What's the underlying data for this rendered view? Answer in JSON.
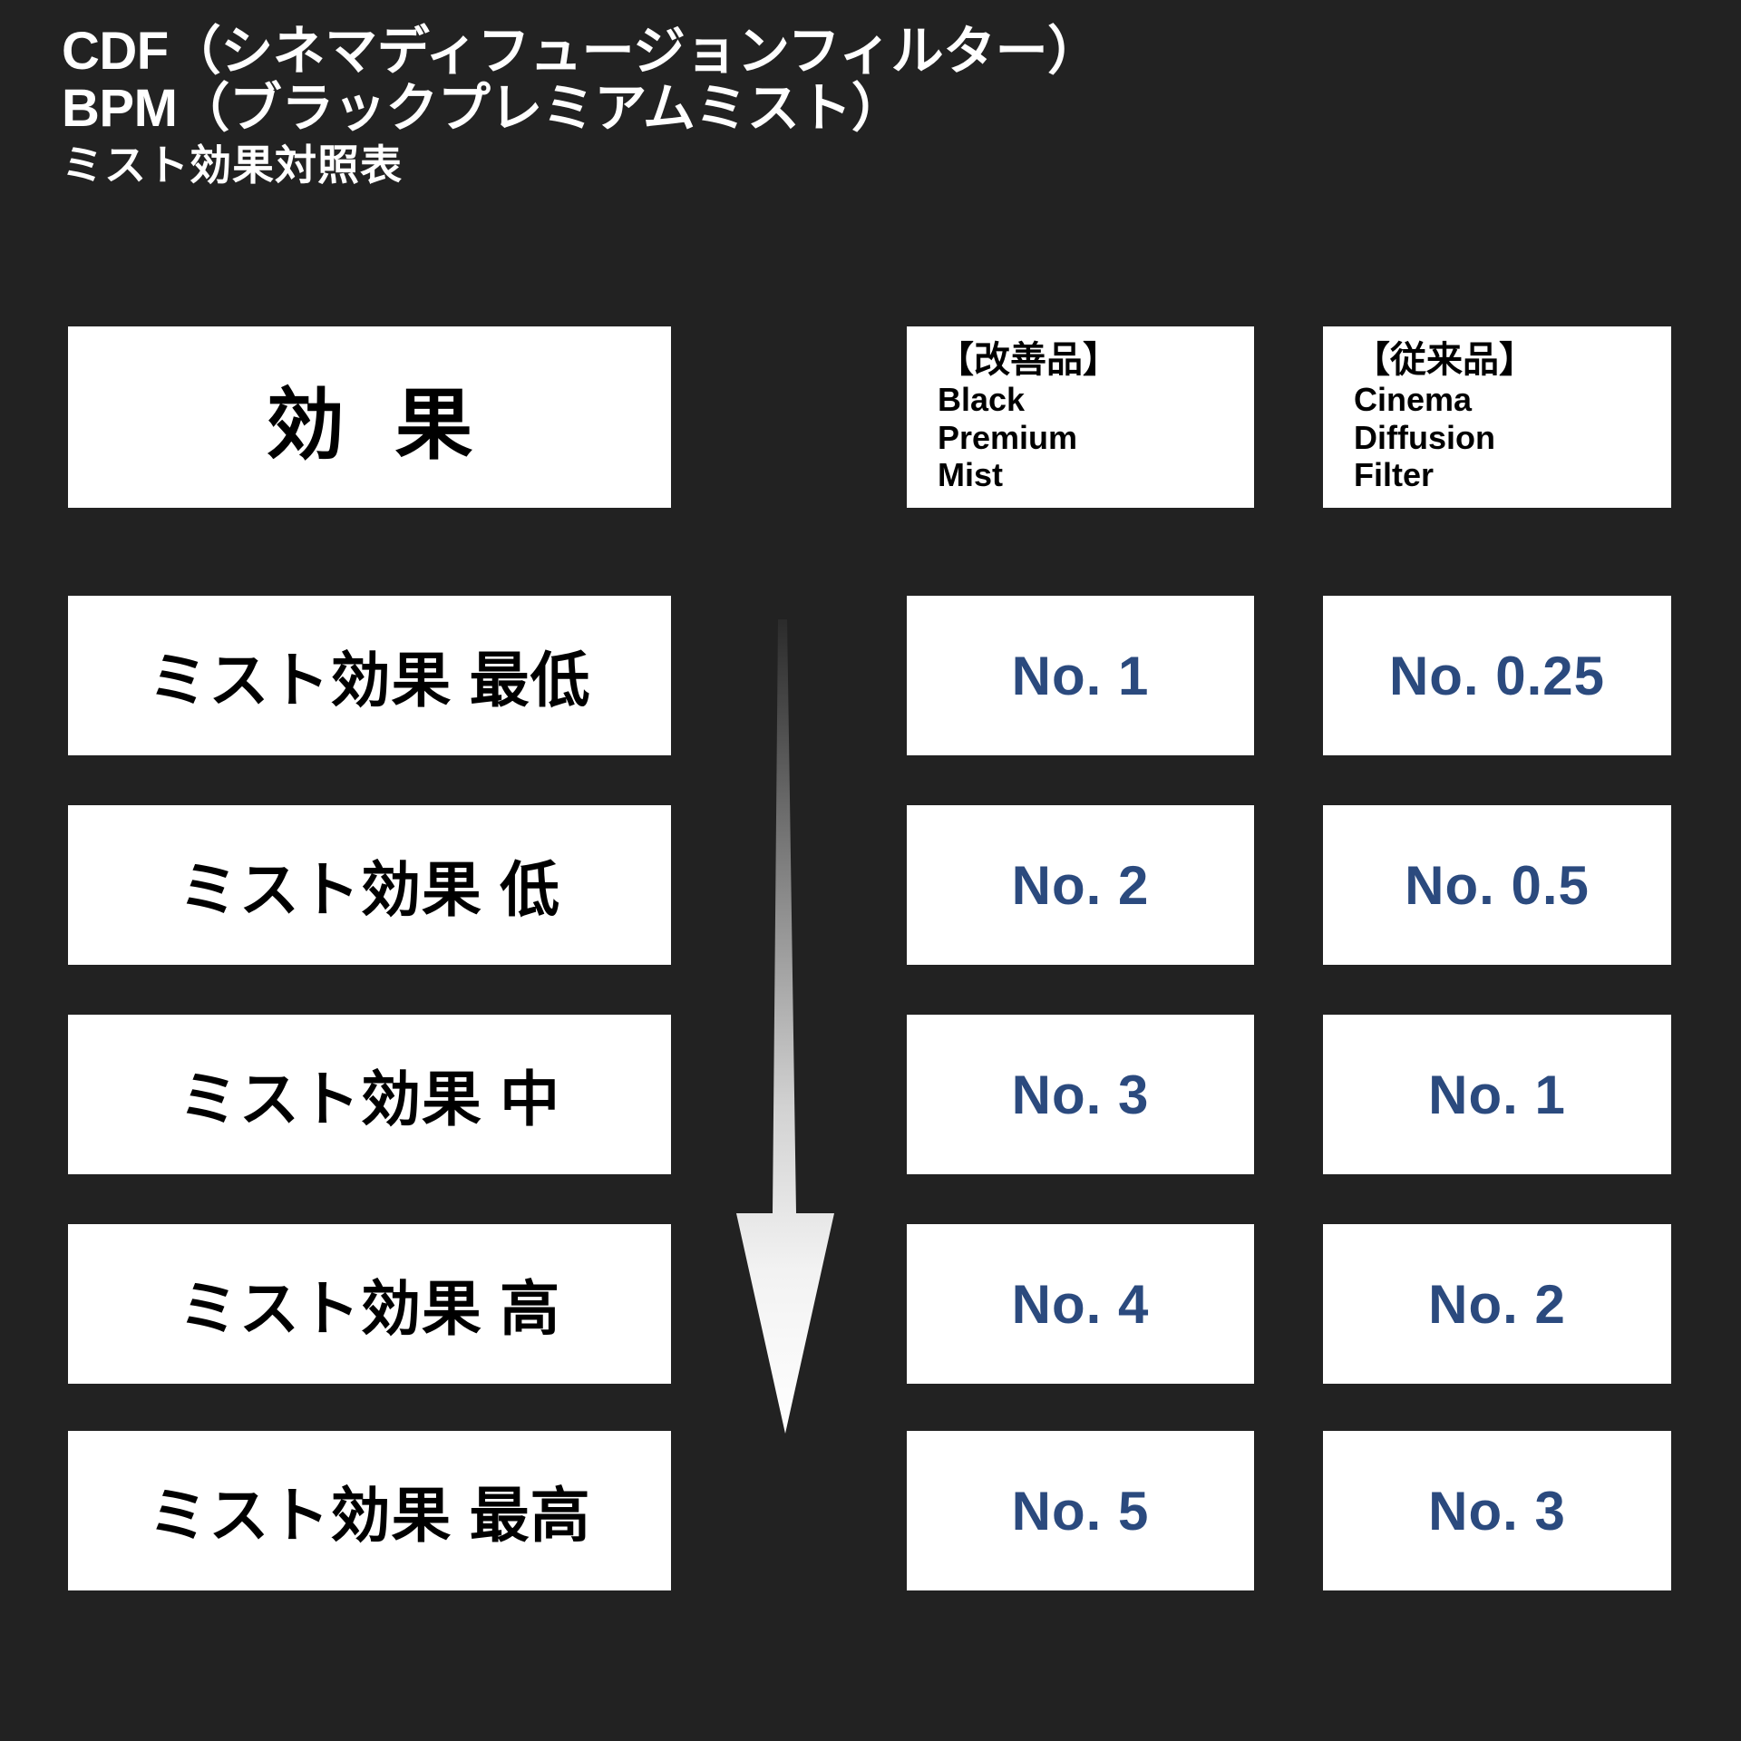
{
  "title": {
    "line1": "CDF（シネマディフュージョンフィルター）",
    "line2": "BPM（ブラックプレミアムミスト）",
    "line3": "ミスト効果対照表"
  },
  "header": {
    "effect_label": "効 果",
    "columns": [
      {
        "badge": "【改善品】",
        "name_line1": "Black",
        "name_line2": "Premium",
        "name_line3": "Mist"
      },
      {
        "badge": "【従来品】",
        "name_line1": "Cinema",
        "name_line2": "Diffusion",
        "name_line3": "Filter"
      }
    ]
  },
  "rows": [
    {
      "effect": "ミスト効果 最低",
      "bpm": "No. 1",
      "cdf": "No. 0.25"
    },
    {
      "effect": "ミスト効果 低",
      "bpm": "No. 2",
      "cdf": "No. 0.5"
    },
    {
      "effect": "ミスト効果 中",
      "bpm": "No. 3",
      "cdf": "No. 1"
    },
    {
      "effect": "ミスト効果 高",
      "bpm": "No. 4",
      "cdf": "No. 2"
    },
    {
      "effect": "ミスト効果 最高",
      "bpm": "No. 5",
      "cdf": "No. 3"
    }
  ],
  "arrow": {
    "name": "mist-strength-down-arrow",
    "direction": "down",
    "gradient_from": "#2b2b2b",
    "gradient_to": "#ffffff"
  },
  "colors": {
    "background": "#222222",
    "cell": "#ffffff",
    "text": "#000000",
    "title_text": "#ffffff",
    "value_blue": "#2b4a7e"
  }
}
